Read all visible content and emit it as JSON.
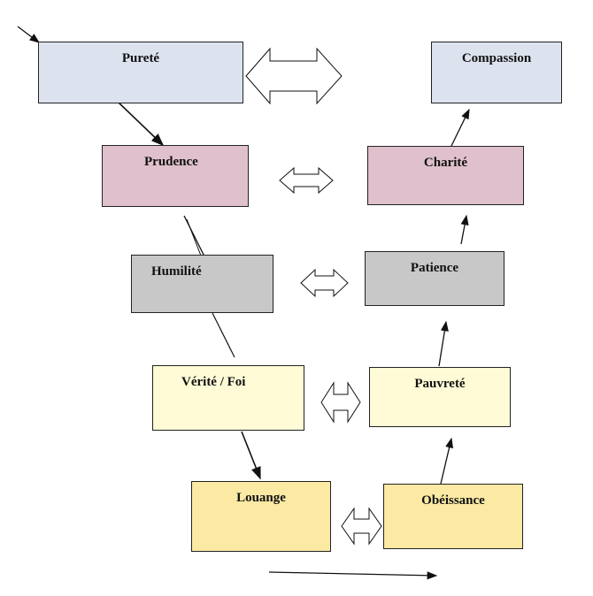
{
  "colors": {
    "blue": "#dce3ee",
    "pink": "#dfc0cc",
    "gray": "#c8c8c8",
    "pale_yellow": "#fefbd6",
    "yellow": "#fbe9a4",
    "line": "#111111"
  },
  "nodes": {
    "purete": {
      "label": "Pureté",
      "color": "blue"
    },
    "compassion": {
      "label": "Compassion",
      "color": "blue"
    },
    "prudence": {
      "label": "Prudence",
      "color": "pink"
    },
    "charite": {
      "label": "Charité",
      "color": "pink"
    },
    "humilite": {
      "label": "Humilité",
      "color": "gray"
    },
    "patience": {
      "label": "Patience",
      "color": "gray"
    },
    "verite_foi": {
      "label": "Vérité / Foi",
      "color": "pale_yellow"
    },
    "pauvrete": {
      "label": "Pauvreté",
      "color": "pale_yellow"
    },
    "louange": {
      "label": "Louange",
      "color": "yellow"
    },
    "obeissance": {
      "label": "Obéissance",
      "color": "yellow"
    }
  },
  "connections": [
    {
      "type": "double-arrow",
      "between": [
        "purete",
        "compassion"
      ]
    },
    {
      "type": "double-arrow",
      "between": [
        "prudence",
        "charite"
      ]
    },
    {
      "type": "double-arrow",
      "between": [
        "humilite",
        "patience"
      ]
    },
    {
      "type": "double-arrow",
      "between": [
        "verite_foi",
        "pauvrete"
      ]
    },
    {
      "type": "double-arrow",
      "between": [
        "louange",
        "obeissance"
      ]
    },
    {
      "type": "arrow",
      "from": "purete",
      "to": "prudence"
    },
    {
      "type": "line",
      "from": "prudence",
      "to": "humilite"
    },
    {
      "type": "line",
      "from": "humilite",
      "to": "verite_foi"
    },
    {
      "type": "arrow",
      "from": "verite_foi",
      "to": "louange"
    },
    {
      "type": "arrow",
      "from": "obeissance",
      "to": "pauvrete"
    },
    {
      "type": "arrow",
      "from": "pauvrete",
      "to": "patience"
    },
    {
      "type": "arrow",
      "from": "patience",
      "to": "charite"
    },
    {
      "type": "arrow",
      "from": "charite",
      "to": "compassion"
    }
  ]
}
